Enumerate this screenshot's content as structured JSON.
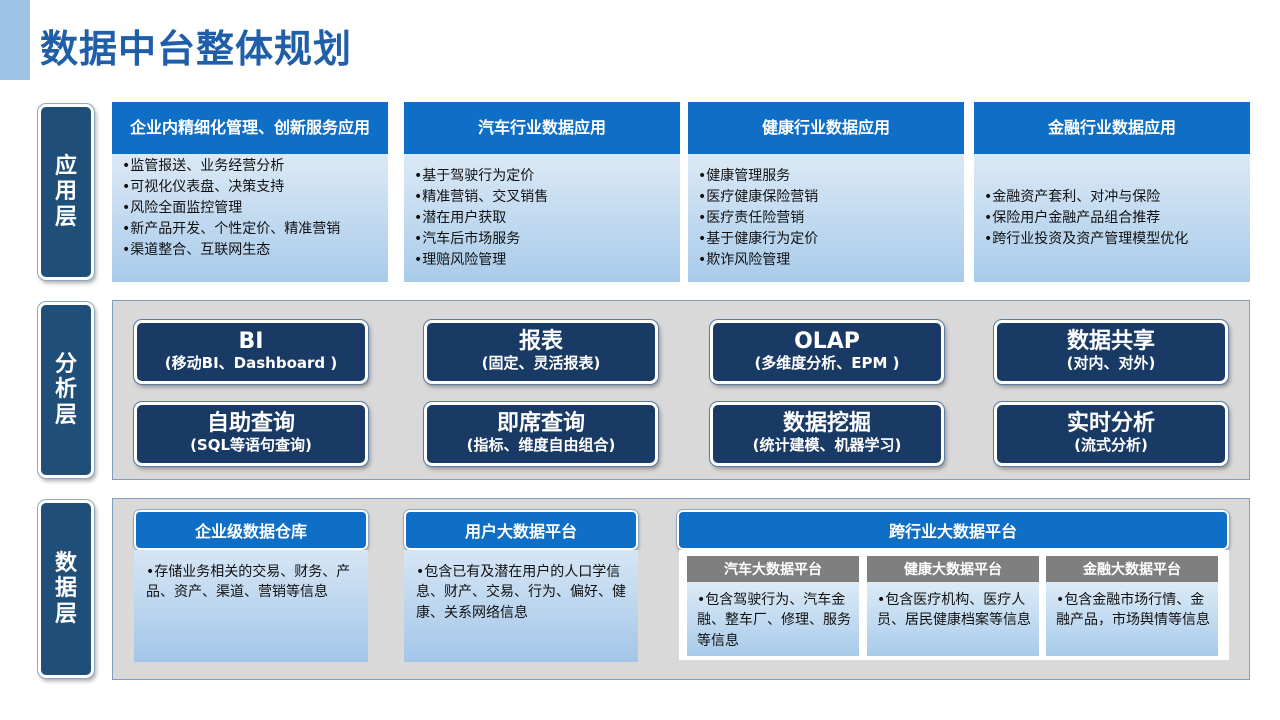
{
  "page": {
    "title": "数据中台整体规划"
  },
  "layers": {
    "app": "应用层",
    "analysis": "分析层",
    "data": "数据层"
  },
  "app_columns": [
    {
      "title": "企业内精细化管理、创新服务应用",
      "items": [
        "•监管报送、业务经营分析",
        "•可视化仪表盘、决策支持",
        "•风险全面监控管理",
        "•新产品开发、个性定价、精准营销",
        "•渠道整合、互联网生态"
      ]
    },
    {
      "title": "汽车行业数据应用",
      "items": [
        "•基于驾驶行为定价",
        "•精准营销、交叉销售",
        "•潜在用户获取",
        "•汽车后市场服务",
        "•理赔风险管理"
      ]
    },
    {
      "title": "健康行业数据应用",
      "items": [
        "•健康管理服务",
        "•医疗健康保险营销",
        "•医疗责任险营销",
        "•基于健康行为定价",
        "•欺诈风险管理"
      ]
    },
    {
      "title": "金融行业数据应用",
      "items": [
        "•金融资产套利、对冲与保险",
        "•保险用户金融产品组合推荐",
        "•跨行业投资及资产管理模型优化"
      ]
    }
  ],
  "analysis_boxes": [
    {
      "title": "BI",
      "sub": "(移动BI、Dashboard )"
    },
    {
      "title": "报表",
      "sub": "(固定、灵活报表)"
    },
    {
      "title": "OLAP",
      "sub": "(多维度分析、EPM )"
    },
    {
      "title": "数据共享",
      "sub": "(对内、对外)"
    },
    {
      "title": "自助查询",
      "sub": "(SQL等语句查询)"
    },
    {
      "title": "即席查询",
      "sub": "(指标、维度自由组合)"
    },
    {
      "title": "数据挖掘",
      "sub": "(统计建模、机器学习)"
    },
    {
      "title": "实时分析",
      "sub": "(流式分析)"
    }
  ],
  "data_layer": {
    "warehouse": {
      "title": "企业级数据仓库",
      "text": "•存储业务相关的交易、财务、产品、资产、渠道、营销等信息"
    },
    "user_platform": {
      "title": "用户大数据平台",
      "text": "•包含已有及潜在用户的人口学信息、财产、交易、行为、偏好、健康、关系网络信息"
    },
    "cross_platform": {
      "title": "跨行业大数据平台",
      "subs": [
        {
          "title": "汽车大数据平台",
          "text": "•包含驾驶行为、汽车金融、整车厂、修理、服务等信息"
        },
        {
          "title": "健康大数据平台",
          "text": "•包含医疗机构、医疗人员、居民健康档案等信息"
        },
        {
          "title": "金融大数据平台",
          "text": "•包含金融市场行情、金融产品，市场舆情等信息"
        }
      ]
    }
  }
}
